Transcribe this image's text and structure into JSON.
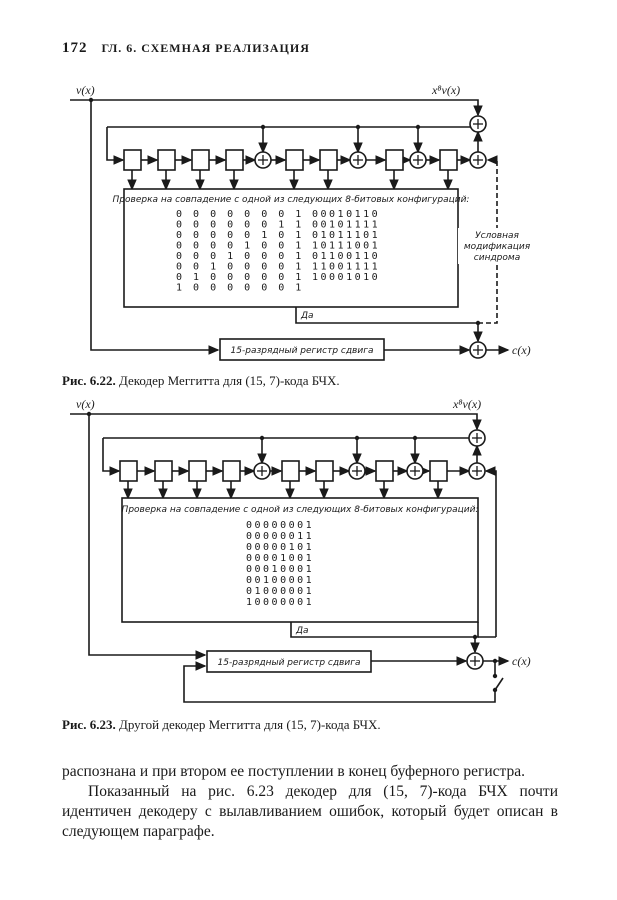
{
  "header": {
    "page_number": "172",
    "running_title": "ГЛ. 6. СХЕМНАЯ РЕАЛИЗАЦИЯ"
  },
  "figure1": {
    "input_label": "v(x)",
    "top_label": "x⁸v(x)",
    "test_title": "Проверка на совпадение с одной из следующих 8-битовых конфигураций:",
    "patterns_left": [
      "00000001",
      "00000011",
      "00000101",
      "00001001",
      "00010001",
      "00100001",
      "01000001",
      "10000001"
    ],
    "patterns_right": [
      "00010110",
      "00101111",
      "01011101",
      "10111001",
      "01100110",
      "11001111",
      "10001010"
    ],
    "yes_label": "Да",
    "register_label": "15-разрядный регистр сдвига",
    "conditional_label": [
      "Условная",
      "модификация",
      "синдрома"
    ],
    "output_label": "c(x)",
    "caption_num": "Рис. 6.22.",
    "caption_text": "Декодер Меггитта для (15, 7)-кода БЧХ."
  },
  "figure2": {
    "input_label": "v(x)",
    "top_label": "x⁸v(x)",
    "test_title": "Проверка на совпадение с одной из следующих 8-битовых конфигураций:",
    "patterns": [
      "00000001",
      "00000011",
      "00000101",
      "00001001",
      "00010001",
      "00100001",
      "01000001",
      "10000001"
    ],
    "yes_label": "Да",
    "register_label": "15-разрядный регистр сдвига",
    "output_label": "c(x)",
    "caption_num": "Рис. 6.23.",
    "caption_text": "Другой декодер Меггитта для (15, 7)-кода БЧХ."
  },
  "body": {
    "para1": "распознана и при втором ее поступлении в конец буферного регистра.",
    "para2": "Показанный на рис. 6.23 декодер для (15, 7)-кода БЧХ почти идентичен декодеру с вылавливанием ошибок, который будет описан в следующем параграфе."
  }
}
